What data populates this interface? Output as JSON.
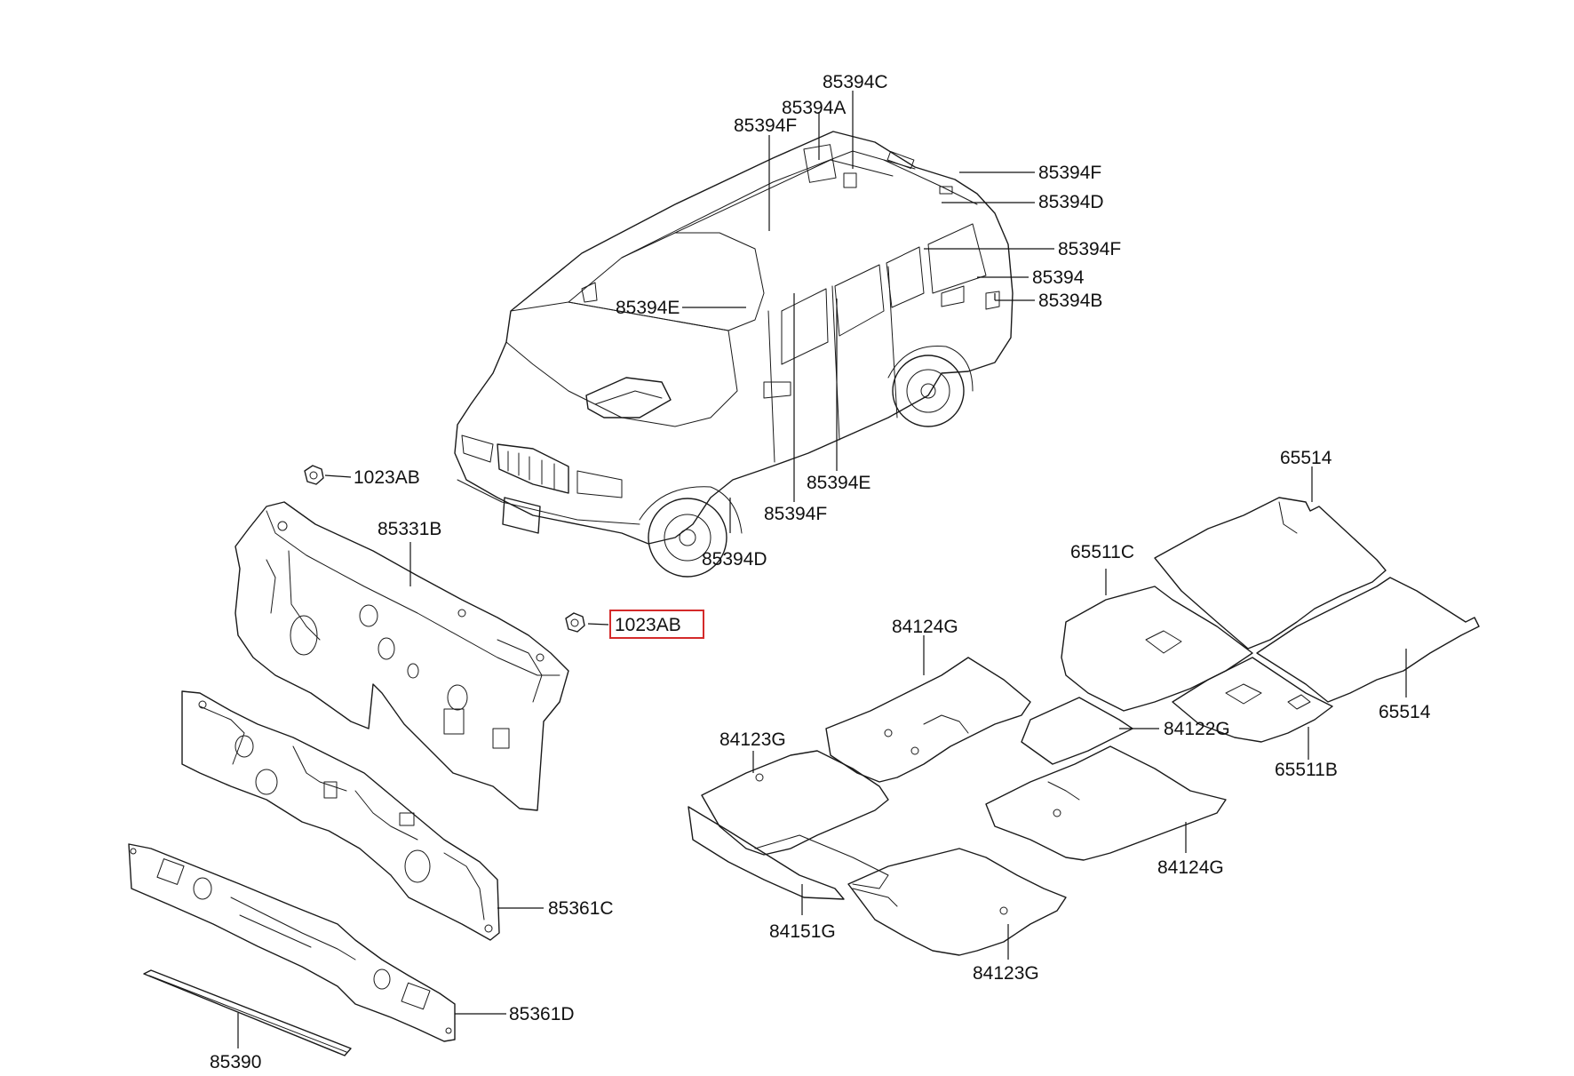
{
  "highlight_color": "#d42a2a",
  "labels": {
    "c_85394C": "85394C",
    "c_85394A": "85394A",
    "c_85394F_top": "85394F",
    "c_85394F_r1": "85394F",
    "c_85394D_r": "85394D",
    "c_85394F_r2": "85394F",
    "c_85394": "85394",
    "c_85394B": "85394B",
    "c_85394E_l": "85394E",
    "c_85394E_b": "85394E",
    "c_85394F_b": "85394F",
    "c_85394D_b": "85394D",
    "c_1023AB_1": "1023AB",
    "c_1023AB_2": "1023AB",
    "c_85331B": "85331B",
    "c_85361C": "85361C",
    "c_85361D": "85361D",
    "c_85390": "85390",
    "c_65514_t": "65514",
    "c_65514_b": "65514",
    "c_65511C": "65511C",
    "c_65511B": "65511B",
    "c_84124G_t": "84124G",
    "c_84124G_b": "84124G",
    "c_84122G": "84122G",
    "c_84123G_t": "84123G",
    "c_84123G_b": "84123G",
    "c_84151G": "84151G"
  }
}
